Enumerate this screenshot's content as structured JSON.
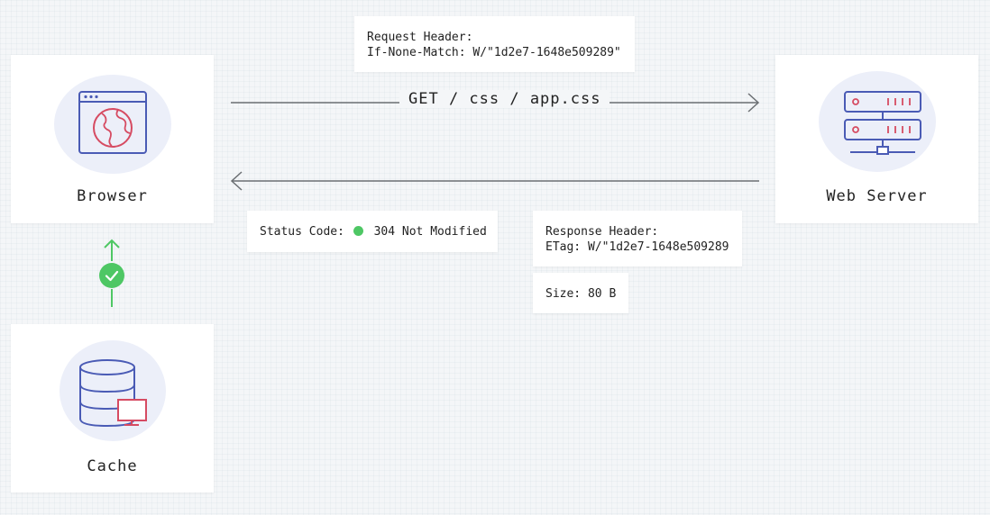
{
  "nodes": {
    "browser": {
      "label": "Browser",
      "icon": "browser-globe-icon"
    },
    "server": {
      "label": "Web Server",
      "icon": "server-rack-icon"
    },
    "cache": {
      "label": "Cache",
      "icon": "database-monitor-icon"
    }
  },
  "request": {
    "label": "GET / css / app.css",
    "header_title": "Request Header:",
    "header_value": "If-None-Match: W/\"1d2e7-1648e509289\""
  },
  "response": {
    "status_label": "Status Code:",
    "status_value": "304 Not Modified",
    "status_color": "#4ec764",
    "header_title": "Response Header:",
    "header_value": "ETag: W/\"1d2e7-1648e509289",
    "size": "Size: 80 B"
  },
  "cache_link": {
    "icon": "check-icon",
    "color": "#4ec764"
  },
  "colors": {
    "icon_blue": "#4a5bb5",
    "icon_red": "#d64b62",
    "arrow": "#6b6f73",
    "blob": "#eceff9"
  }
}
